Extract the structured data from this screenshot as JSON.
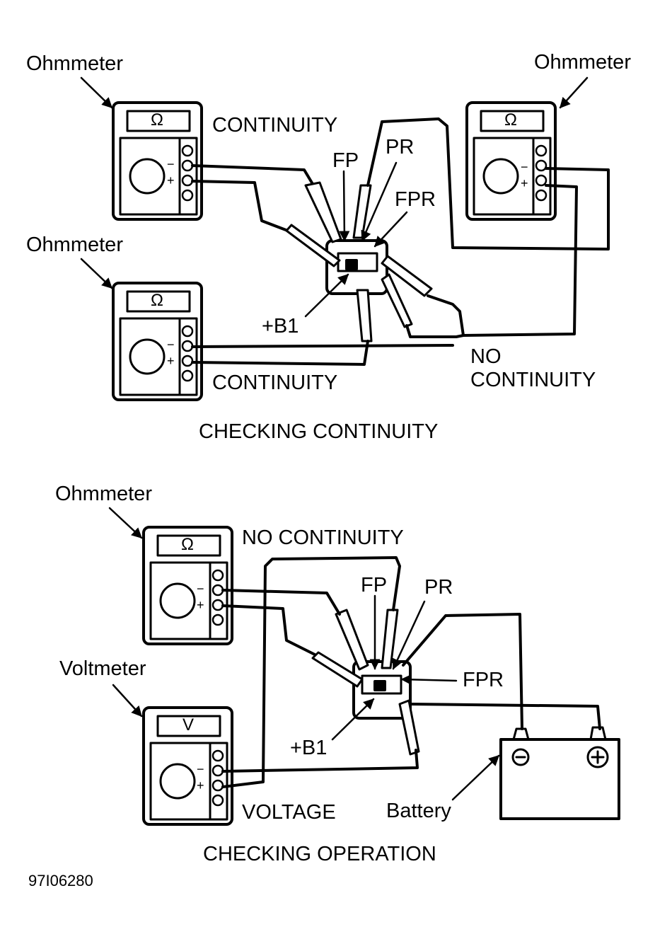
{
  "top_section": {
    "caption": "CHECKING CONTINUITY",
    "meters": [
      {
        "label": "Ohmmeter",
        "symbol": "Ω"
      },
      {
        "label": "Ohmmeter",
        "symbol": "Ω"
      },
      {
        "label": "Ohmmeter",
        "symbol": "Ω"
      }
    ],
    "results": {
      "continuity_1": "CONTINUITY",
      "continuity_2": "CONTINUITY",
      "no_continuity": "NO CONTINUITY",
      "no_continuity_line1": "NO",
      "no_continuity_line2": "CONTINUITY"
    },
    "terminals": {
      "fp": "FP",
      "pr": "PR",
      "fpr": "FPR",
      "b1": "+B1"
    }
  },
  "bottom_section": {
    "caption": "CHECKING OPERATION",
    "meters": [
      {
        "label": "Ohmmeter",
        "symbol": "Ω"
      },
      {
        "label": "Voltmeter",
        "symbol": "V"
      }
    ],
    "results": {
      "no_continuity": "NO CONTINUITY",
      "voltage": "VOLTAGE"
    },
    "terminals": {
      "fp": "FP",
      "pr": "PR",
      "fpr": "FPR",
      "b1": "+B1"
    },
    "battery": {
      "label": "Battery",
      "neg": "−",
      "pos": "+"
    }
  },
  "meter_signs": {
    "minus": "−",
    "plus": "+"
  },
  "figure_code": "97I06280"
}
